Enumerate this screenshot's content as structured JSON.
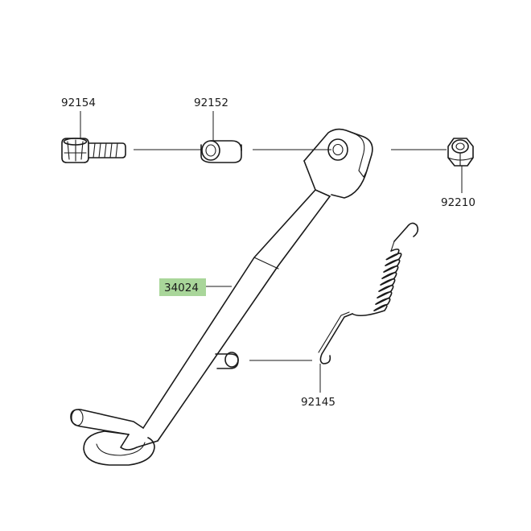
{
  "parts": {
    "bolt": {
      "number": "92154"
    },
    "collar": {
      "number": "92152"
    },
    "nut": {
      "number": "92210"
    },
    "stand": {
      "number": "34024"
    },
    "spring": {
      "number": "92145"
    }
  },
  "colors": {
    "highlight": "#a9d69a",
    "line": "#1a1a1a",
    "background": "#ffffff"
  }
}
